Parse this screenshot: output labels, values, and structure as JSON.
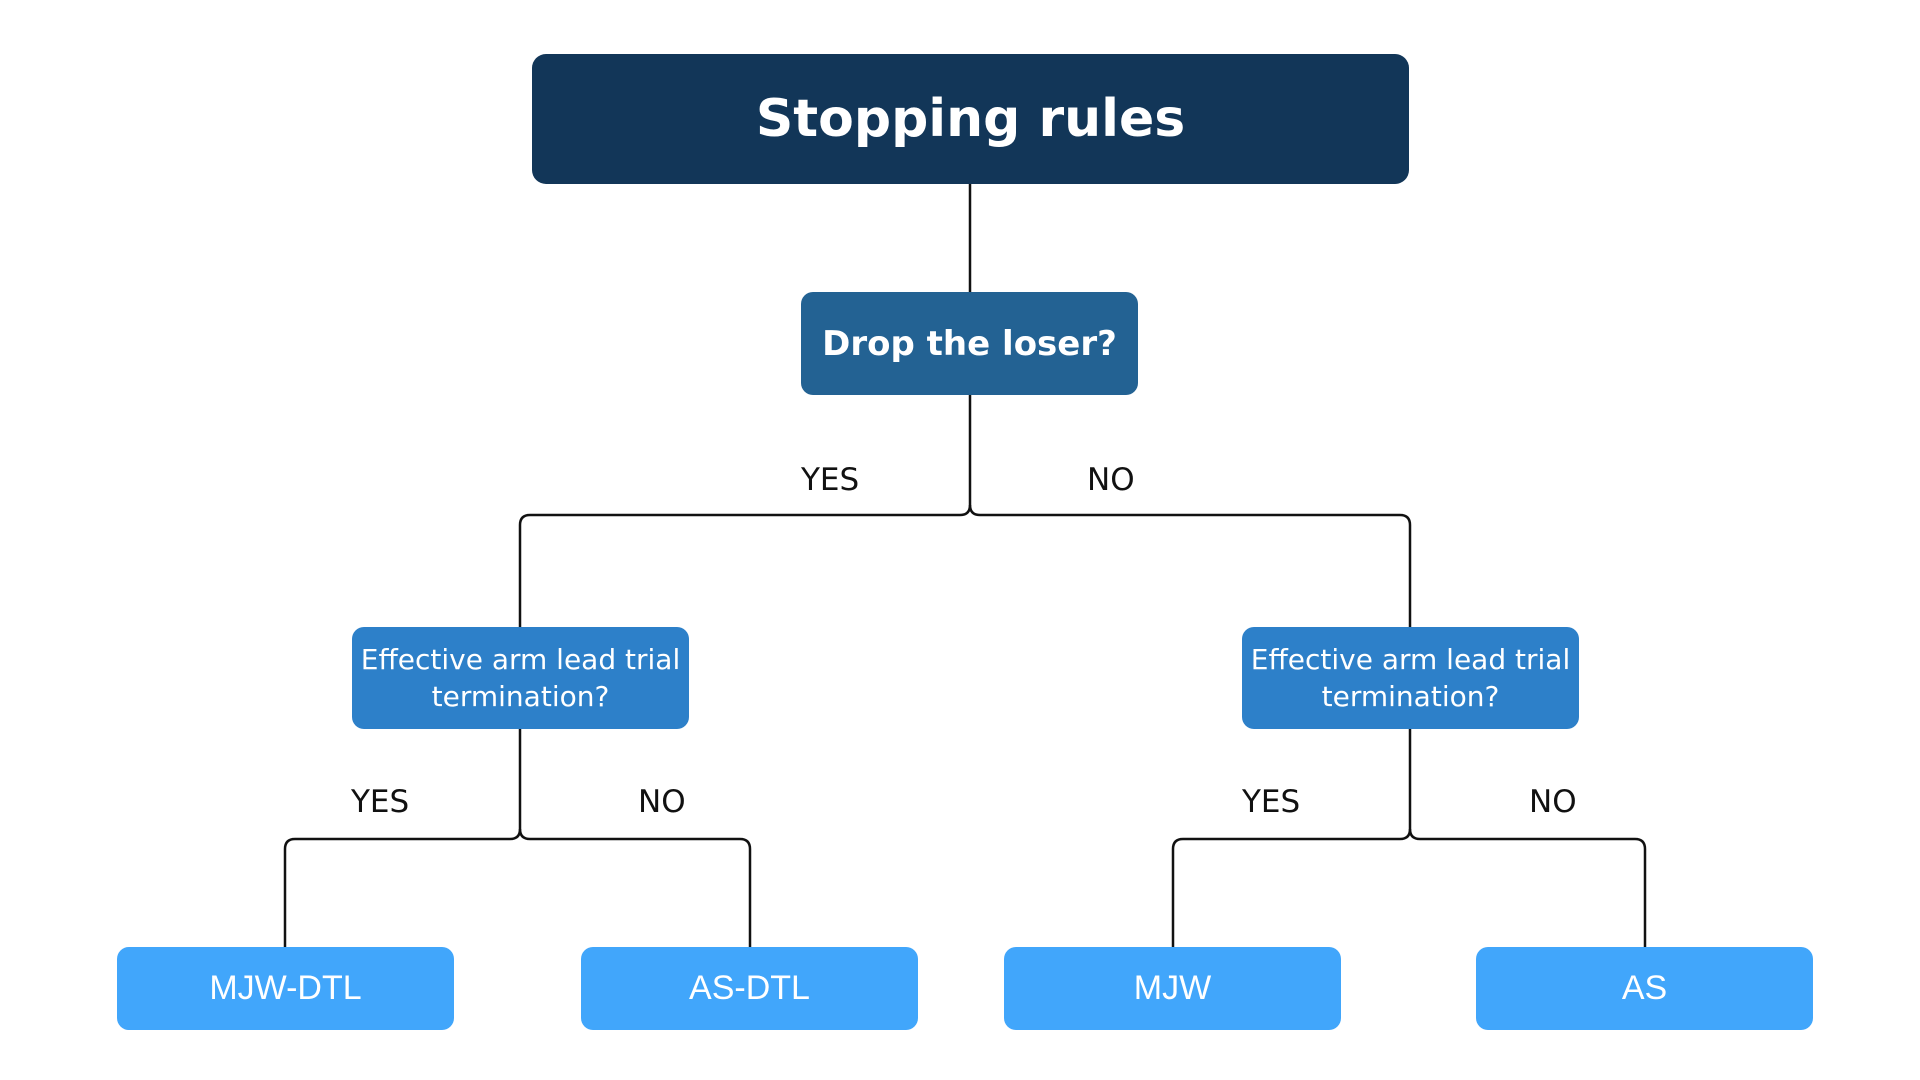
{
  "diagram": {
    "title": "Stopping rules",
    "question_top": "Drop the loser?",
    "question_left": "Effective arm lead trial termination?",
    "question_right": "Effective arm lead trial termination?",
    "edge_labels": {
      "top_yes": "YES",
      "top_no": "NO",
      "left_yes": "YES",
      "left_no": "NO",
      "right_yes": "YES",
      "right_no": "NO"
    },
    "outcomes": [
      "MJW-DTL",
      "AS-DTL",
      "MJW",
      "AS"
    ],
    "colors": {
      "title_box": "#123658",
      "question_top_box": "#236293",
      "question_box": "#2d80c9",
      "outcome_box": "#41a6fb",
      "connector": "#111111",
      "box_text": "#ffffff"
    }
  }
}
